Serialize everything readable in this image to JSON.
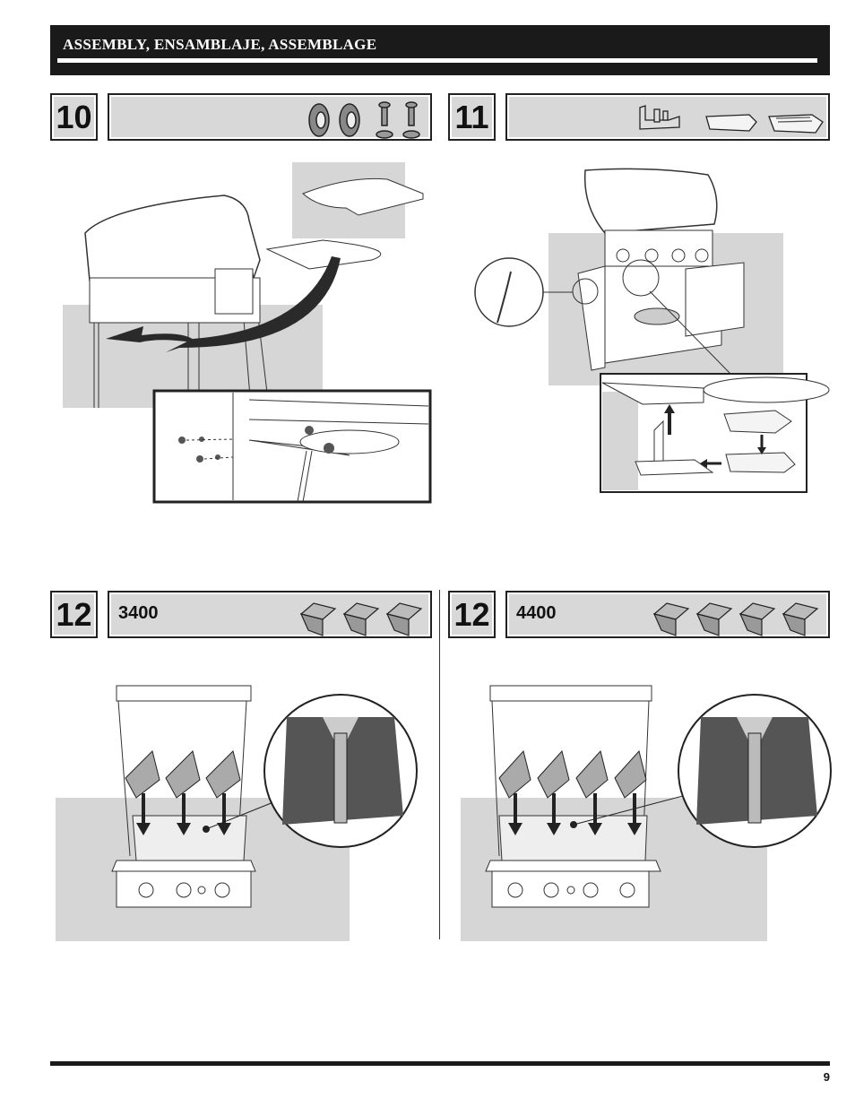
{
  "header": {
    "title": "ASSEMBLY, ENSAMBLAJE, ASSEMBLAGE"
  },
  "steps": [
    {
      "number": "10",
      "model": ""
    },
    {
      "number": "11",
      "model": ""
    },
    {
      "number": "12",
      "model": "3400"
    },
    {
      "number": "12",
      "model": "4400"
    }
  ],
  "footer": {
    "page_number": "9"
  },
  "icons": [
    "flange-nut-icon",
    "screw-washer-icon",
    "side-shelf-icon",
    "grease-tray-icon",
    "heat-deflector-icon"
  ]
}
